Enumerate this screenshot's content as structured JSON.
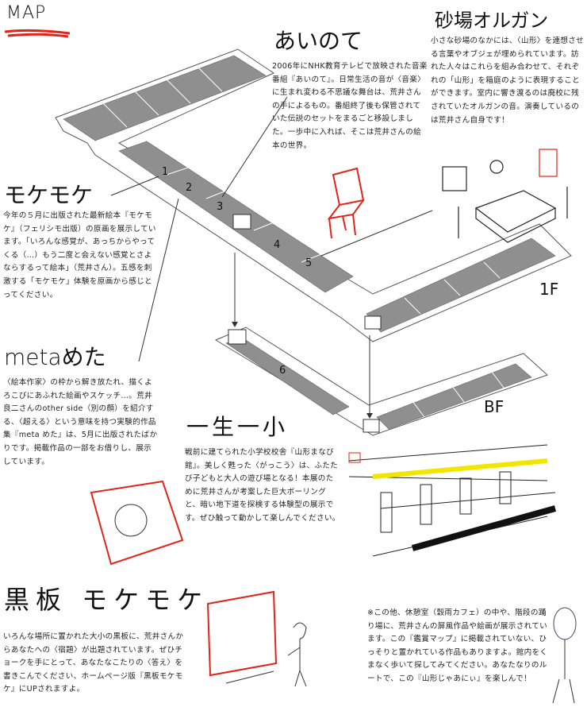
{
  "header": {
    "title": "MAP",
    "underline_color": "#e2231a"
  },
  "floors": {
    "first": "1F",
    "basement": "BF"
  },
  "room_numbers": [
    "1",
    "2",
    "3",
    "4",
    "5",
    "6"
  ],
  "sections": {
    "ainote": {
      "title": "あいのて",
      "body": "2006年にNHK教育テレビで放映された音楽番組『あいのて』。日常生活の音が〈音楽〉に生まれ変わる不思議な舞台は、荒井さんの手によるもの。番組終了後も保管されていた伝説のセットをまるごと移設しました。一歩中に入れば、そこは荒井さんの絵本の世界。"
    },
    "sunaba": {
      "title": "砂場オルガン",
      "body": "小さな砂場のなかには、〈山形〉を連想させる言葉やオブジェが埋められています。訪れた人々はこれらを組み合わせて、それぞれの「山形」を箱庭のように表現することができます。室内に響き渡るのは廃校に残されていたオルガンの音。演奏しているのは荒井さん自身です！"
    },
    "mokemoke": {
      "title": "モケモケ",
      "body": "今年の５月に出版された最新絵本『モケモケ』（フェリシモ出版）の原画を展示しています。「いろんな感覚が、あっちからやってくる（…）もう二度と会えない感覚とさよならするって絵本」（荒井さん）。五感を刺激する「モケモケ」体験を原画から感じとってください。"
    },
    "meta": {
      "title": "metaめた",
      "body": "〈絵本作家〉の枠から解き放たれ、描くよろこびにあふれた絵画やスケッチ…。荒井良二さんのother side（別の顔）を紹介する、〈超える〉という意味を持つ実験的作品集『meta めた』は、5月に出版されたばかりです。掲載作品の一部をお借りし、展示しています。"
    },
    "isshoichisho": {
      "title": "一生一小",
      "body": "戦前に建てられた小学校校舎『山形まなび館』。美しく甦った〈がっこう〉は、ふたたび子どもと大人の遊び場となる！本展のために荒井さんが考案した巨大ボーリングと、暗い地下道を探検する体験型の展示です。ぜひ触って動かして楽しんでください。"
    },
    "kokuban": {
      "title": "黒板 モケモケ",
      "body": "いろんな場所に置かれた大小の黒板に、荒井さんからあなたへの〈宿題〉が出題されています。ぜひチョークを手にとって、あなたなこたりの〈答え〉を書きこんでください、ホームページ版『黒板モケモケ』にUPされますよ。"
    },
    "note": {
      "body": "※この他、休憩室（穀雨カフェ）の中や、階段の踊り場に、荒井さんの屏風作品や絵画が展示されています。この『鑑賞マップ』に掲載されていない、ひっそりと置かれている作品もありますよ。館内をくまなく歩いて探してみてください。あなたなりのルートで、この『山形じゃあにぃ』を楽しんで！"
    }
  },
  "colors": {
    "room": "#8f8f8f",
    "corridor": "#ffffff",
    "accent_red": "#e2231a",
    "accent_yellow": "#f2e600"
  }
}
